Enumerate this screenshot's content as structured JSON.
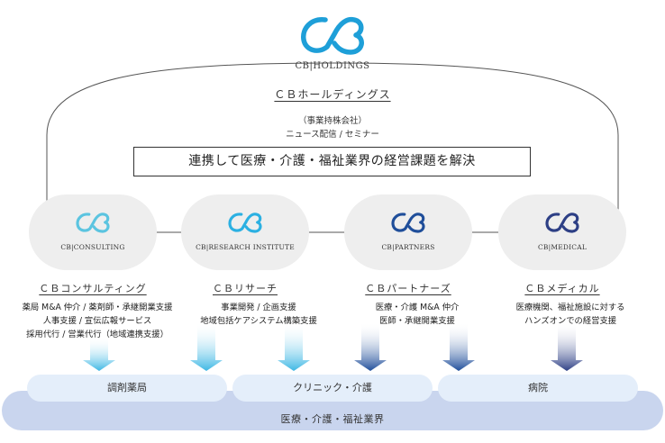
{
  "holdings": {
    "brand": "CB|HOLDINGS",
    "name": "ＣＢホールディングス",
    "sub1": "（事業持株会社）",
    "sub2": "ニュース配信 / セミナー"
  },
  "mission": "連携して医療・介護・福祉業界の経営課題を解決",
  "companies": [
    {
      "brand": "CB|CONSULTING",
      "name": "ＣＢコンサルティング",
      "desc": [
        "薬局 M&A 仲介 / 薬剤師・承継開業支援",
        "人事支援 / 宣伝広報サービス",
        "採用代行 / 営業代行（地域連携支援）"
      ],
      "color": "#5bc4e0"
    },
    {
      "brand": "CB|RESEARCH INSTITUTE",
      "name": "ＣＢリサーチ",
      "desc": [
        "事業開発 / 企画支援",
        "地域包括ケアシステム構築支援"
      ],
      "color": "#3db7e4"
    },
    {
      "brand": "CB|PARTNERS",
      "name": "ＣＢパートナーズ",
      "desc": [
        "医療・介護 M&A 仲介",
        "医師・承継開業支援"
      ],
      "color": "#1f4e9a"
    },
    {
      "brand": "CB|MEDICAL",
      "name": "ＣＢメディカル",
      "desc": [
        "医療機関、福祉施設に対する",
        "ハンズオンでの経営支援"
      ],
      "color": "#2d3f85"
    }
  ],
  "sectors": [
    "調剤薬局",
    "クリニック・介護",
    "病院"
  ],
  "industry": "医療・介護・福祉業界",
  "colors": {
    "light_blue": "#3db7e4",
    "dark_blue": "#1f4e9a",
    "circle_bg": "#eeeeee",
    "base_bar": "#c9d5ee",
    "sub_bar": "#e4eefa"
  }
}
